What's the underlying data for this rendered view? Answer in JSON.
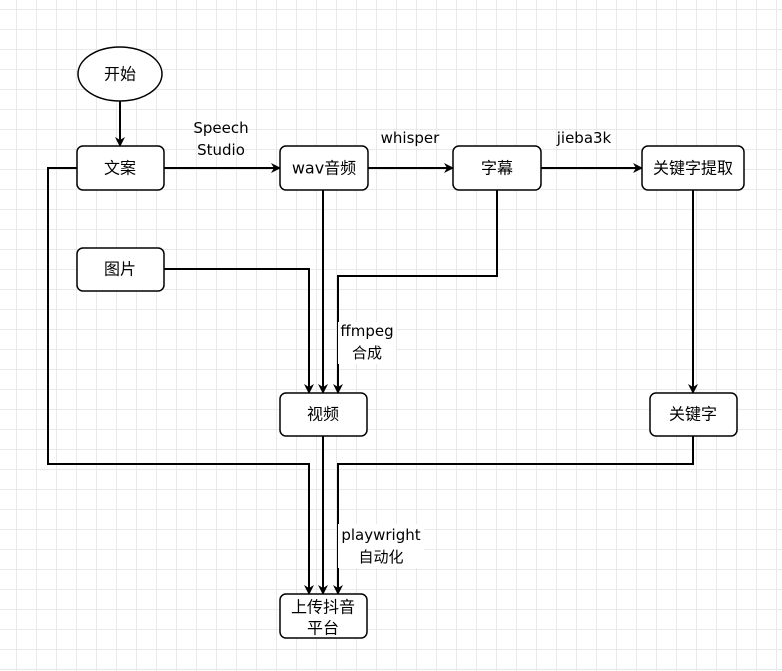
{
  "nodes": {
    "start": "开始",
    "wenan": "文案",
    "wav": "wav音频",
    "zimu": "字幕",
    "keyword_extract": "关键字提取",
    "tupian": "图片",
    "shipin": "视频",
    "keyword": "关键字",
    "upload_line1": "上传抖音",
    "upload_line2": "平台"
  },
  "edge_labels": {
    "speech_line1": "Speech",
    "speech_line2": "Studio",
    "whisper": "whisper",
    "jieba": "jieba3k",
    "ffmpeg_line1": "ffmpeg",
    "ffmpeg_line2": "合成",
    "playwright_line1": "playwright",
    "playwright_line2": "自动化"
  },
  "colors": {
    "stroke": "#000000",
    "fill": "#ffffff",
    "grid": "#e9e9e9"
  }
}
